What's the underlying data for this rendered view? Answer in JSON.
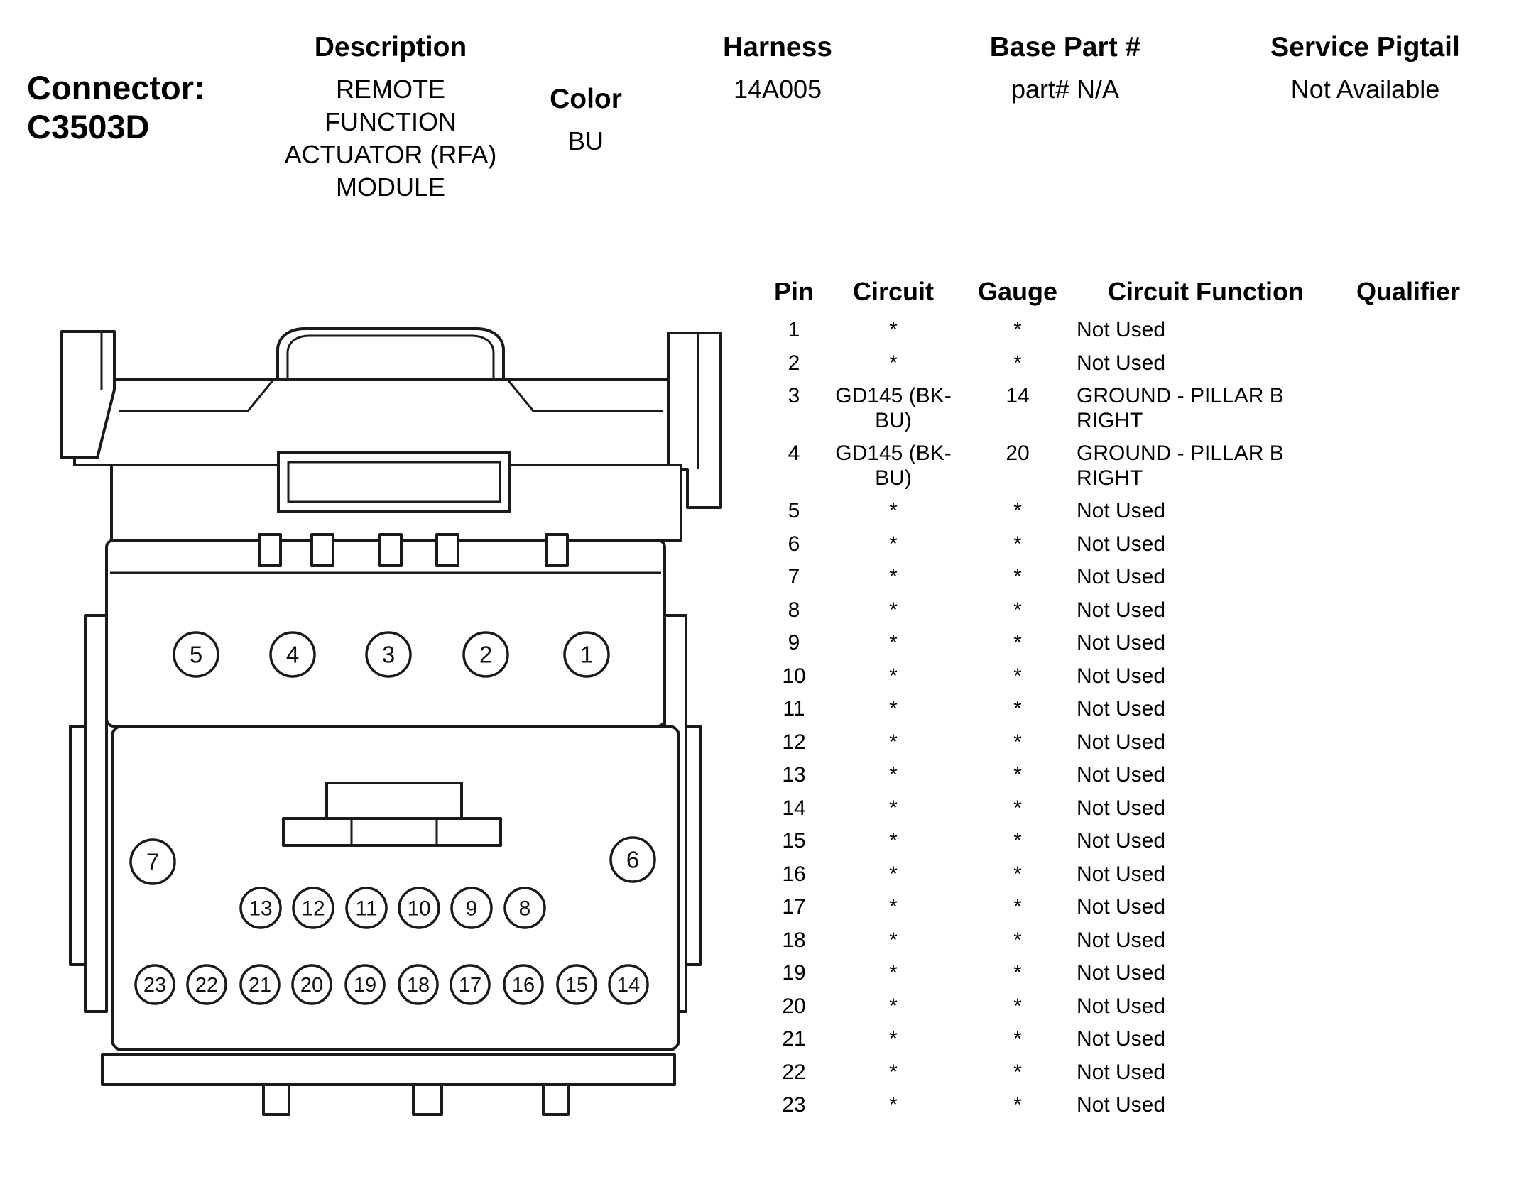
{
  "header": {
    "connector_label": "Connector:",
    "connector_id": "C3503D",
    "description": {
      "label": "Description",
      "value_lines": [
        "REMOTE",
        "FUNCTION",
        "ACTUATOR (RFA)",
        "MODULE"
      ]
    },
    "color": {
      "label": "Color",
      "value": "BU"
    },
    "harness": {
      "label": "Harness",
      "value": "14A005"
    },
    "base_part": {
      "label": "Base Part #",
      "value": "part# N/A"
    },
    "service_pigtail": {
      "label": "Service Pigtail",
      "value": "Not Available"
    }
  },
  "pin_table": {
    "headers": {
      "pin": "Pin",
      "circuit": "Circuit",
      "gauge": "Gauge",
      "function": "Circuit Function",
      "qualifier": "Qualifier"
    },
    "rows": [
      {
        "pin": "1",
        "circuit": "*",
        "gauge": "*",
        "function": "Not Used",
        "qualifier": ""
      },
      {
        "pin": "2",
        "circuit": "*",
        "gauge": "*",
        "function": "Not Used",
        "qualifier": ""
      },
      {
        "pin": "3",
        "circuit": "GD145 (BK-BU)",
        "gauge": "14",
        "function": "GROUND - PILLAR B RIGHT",
        "qualifier": ""
      },
      {
        "pin": "4",
        "circuit": "GD145 (BK-BU)",
        "gauge": "20",
        "function": "GROUND - PILLAR B RIGHT",
        "qualifier": ""
      },
      {
        "pin": "5",
        "circuit": "*",
        "gauge": "*",
        "function": "Not Used",
        "qualifier": ""
      },
      {
        "pin": "6",
        "circuit": "*",
        "gauge": "*",
        "function": "Not Used",
        "qualifier": ""
      },
      {
        "pin": "7",
        "circuit": "*",
        "gauge": "*",
        "function": "Not Used",
        "qualifier": ""
      },
      {
        "pin": "8",
        "circuit": "*",
        "gauge": "*",
        "function": "Not Used",
        "qualifier": ""
      },
      {
        "pin": "9",
        "circuit": "*",
        "gauge": "*",
        "function": "Not Used",
        "qualifier": ""
      },
      {
        "pin": "10",
        "circuit": "*",
        "gauge": "*",
        "function": "Not Used",
        "qualifier": ""
      },
      {
        "pin": "11",
        "circuit": "*",
        "gauge": "*",
        "function": "Not Used",
        "qualifier": ""
      },
      {
        "pin": "12",
        "circuit": "*",
        "gauge": "*",
        "function": "Not Used",
        "qualifier": ""
      },
      {
        "pin": "13",
        "circuit": "*",
        "gauge": "*",
        "function": "Not Used",
        "qualifier": ""
      },
      {
        "pin": "14",
        "circuit": "*",
        "gauge": "*",
        "function": "Not Used",
        "qualifier": ""
      },
      {
        "pin": "15",
        "circuit": "*",
        "gauge": "*",
        "function": "Not Used",
        "qualifier": ""
      },
      {
        "pin": "16",
        "circuit": "*",
        "gauge": "*",
        "function": "Not Used",
        "qualifier": ""
      },
      {
        "pin": "17",
        "circuit": "*",
        "gauge": "*",
        "function": "Not Used",
        "qualifier": ""
      },
      {
        "pin": "18",
        "circuit": "*",
        "gauge": "*",
        "function": "Not Used",
        "qualifier": ""
      },
      {
        "pin": "19",
        "circuit": "*",
        "gauge": "*",
        "function": "Not Used",
        "qualifier": ""
      },
      {
        "pin": "20",
        "circuit": "*",
        "gauge": "*",
        "function": "Not Used",
        "qualifier": ""
      },
      {
        "pin": "21",
        "circuit": "*",
        "gauge": "*",
        "function": "Not Used",
        "qualifier": ""
      },
      {
        "pin": "22",
        "circuit": "*",
        "gauge": "*",
        "function": "Not Used",
        "qualifier": ""
      },
      {
        "pin": "23",
        "circuit": "*",
        "gauge": "*",
        "function": "Not Used",
        "qualifier": ""
      }
    ]
  },
  "connector_diagram": {
    "top_row_pins": [
      "5",
      "4",
      "3",
      "2",
      "1"
    ],
    "left_pin": "7",
    "right_pin": "6",
    "middle_row_pins": [
      "13",
      "12",
      "11",
      "10",
      "9",
      "8"
    ],
    "bottom_row_pins": [
      "23",
      "22",
      "21",
      "20",
      "19",
      "18",
      "17",
      "16",
      "15",
      "14"
    ]
  },
  "colors": {
    "line": "#1a1a1a",
    "background": "#ffffff"
  }
}
